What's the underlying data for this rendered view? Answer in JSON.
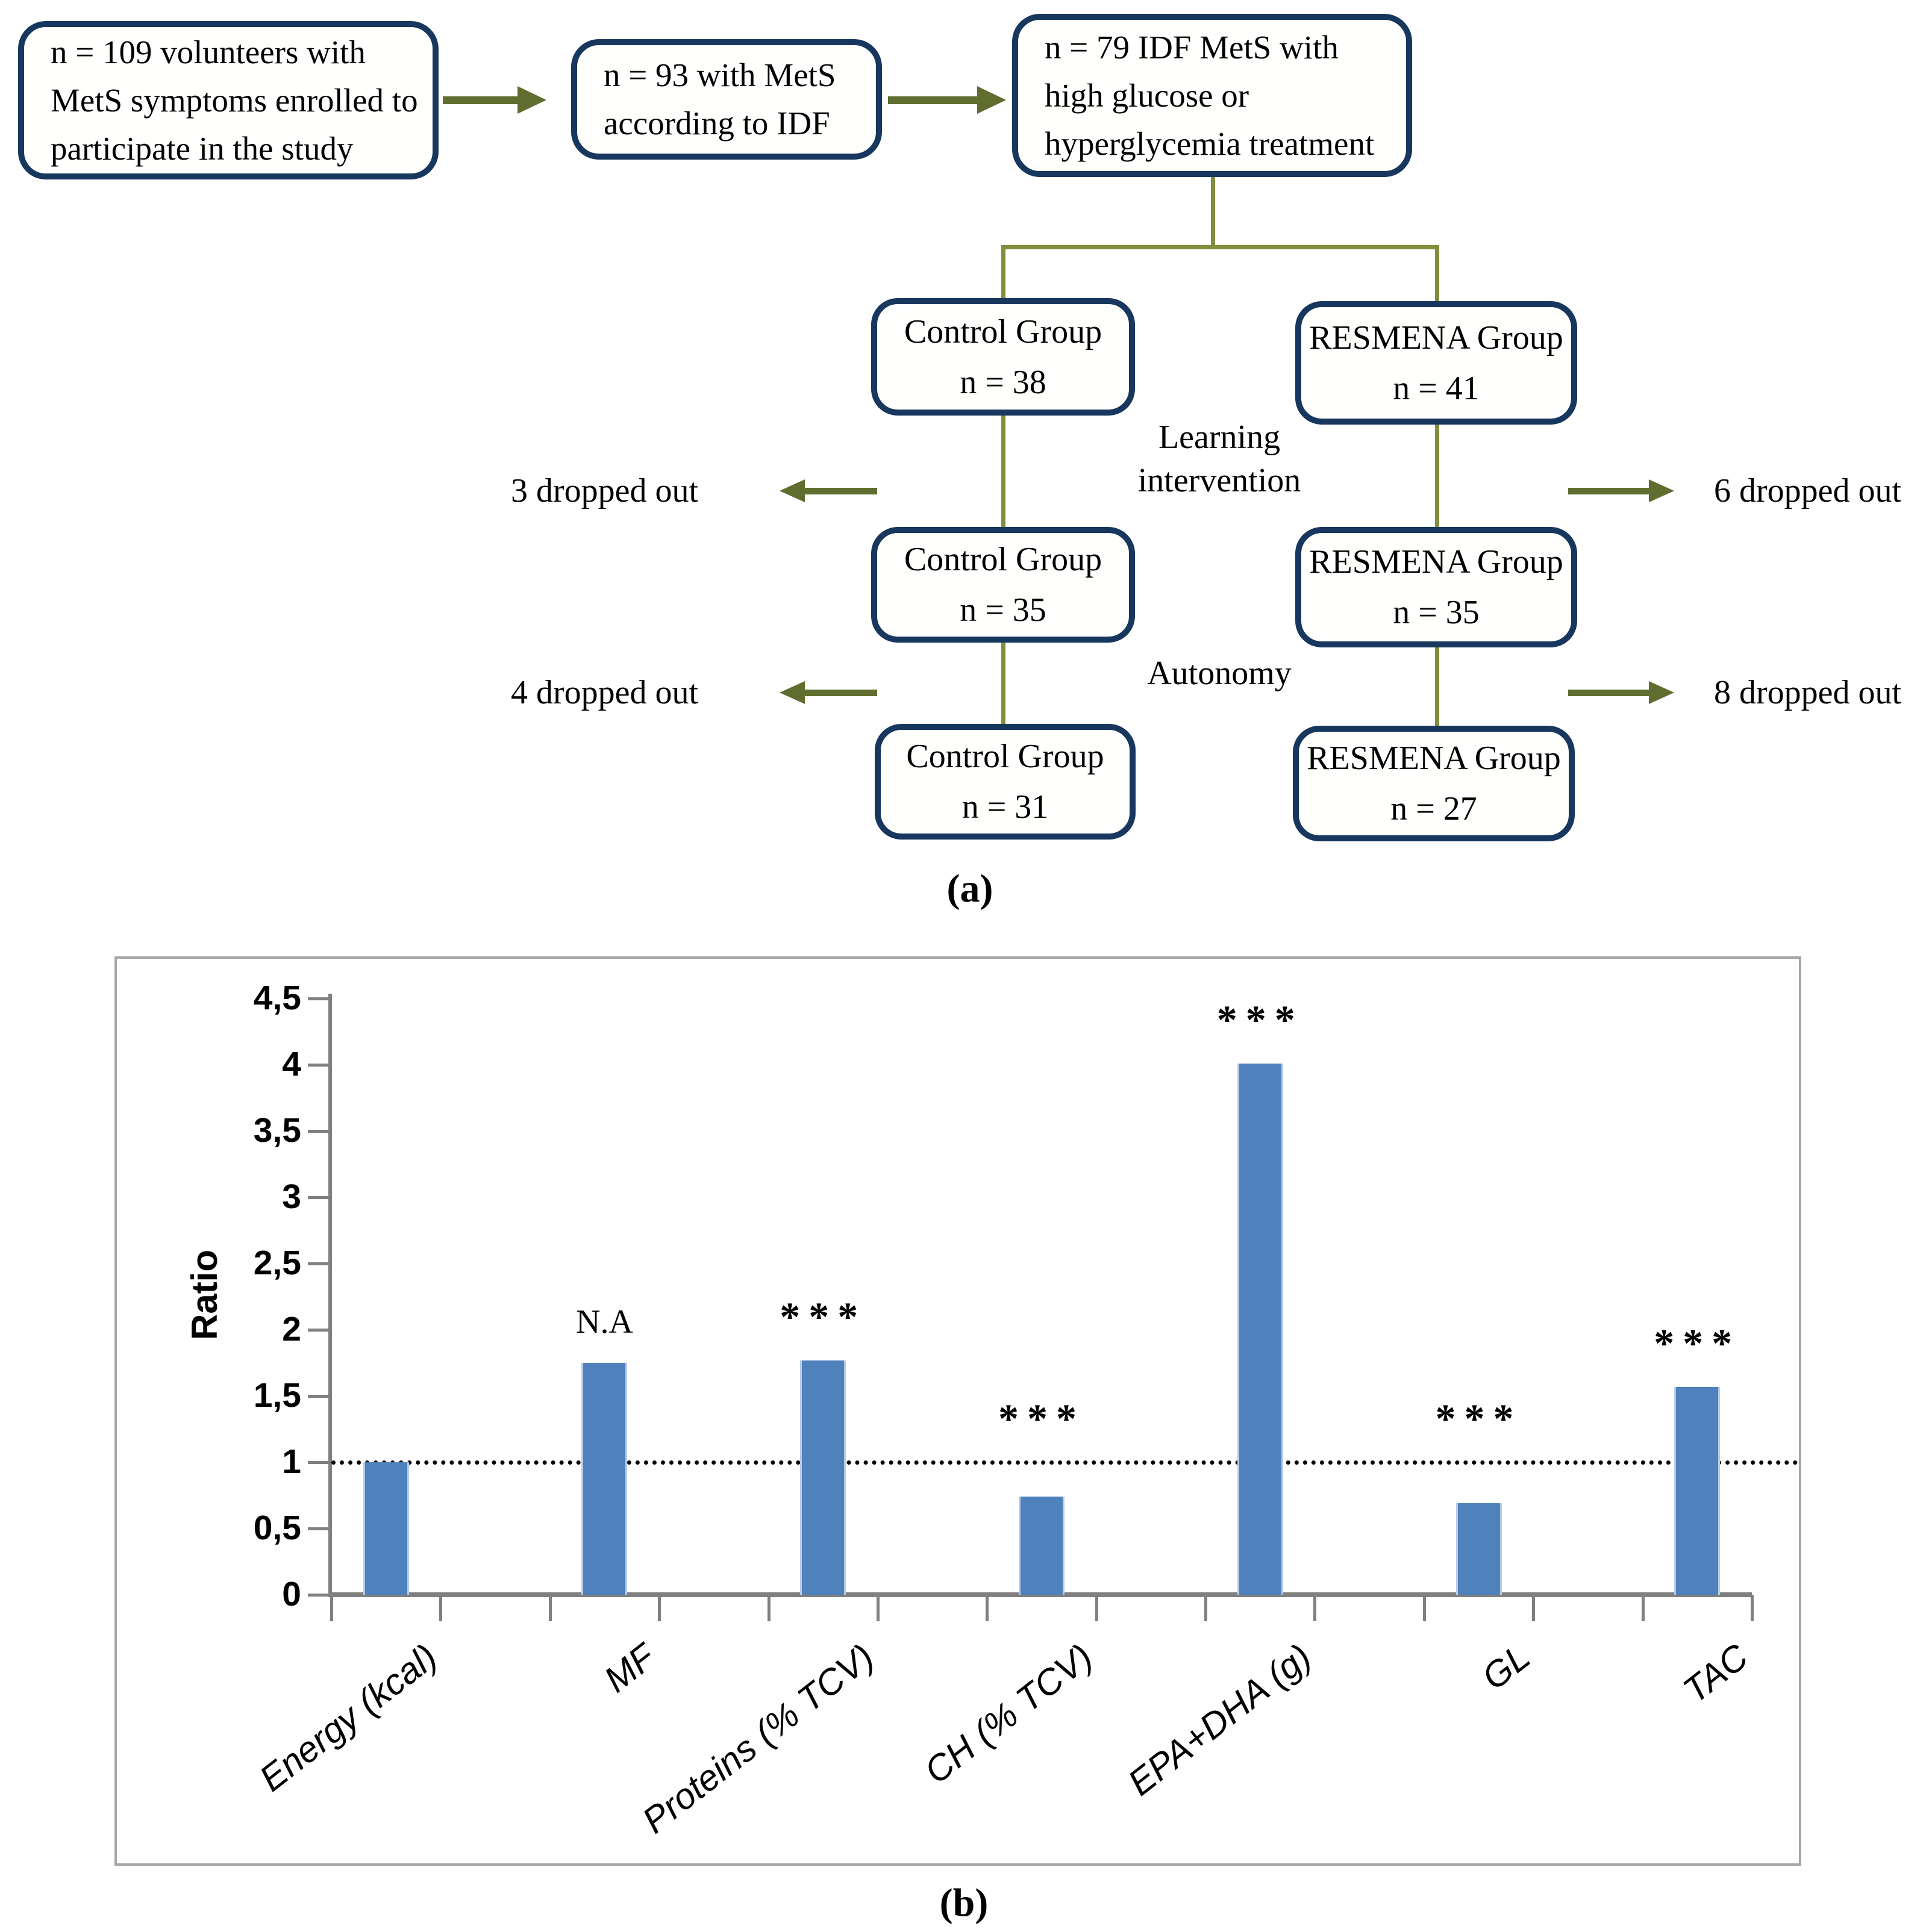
{
  "figure": {
    "caption_a": "(a)",
    "caption_b": "(b)"
  },
  "flowchart": {
    "box_enrolled_lines": [
      "n = 109 volunteers with",
      "MetS symptoms enrolled to",
      "participate in the study"
    ],
    "box_idf_lines": [
      "n = 93 with MetS",
      "according to IDF"
    ],
    "box_glucose_lines": [
      "n = 79 IDF MetS with",
      "high glucose or",
      "hyperglycemia  treatment"
    ],
    "control_rows": [
      {
        "title": "Control Group",
        "n": "n = 38"
      },
      {
        "title": "Control Group",
        "n": "n = 35"
      },
      {
        "title": "Control Group",
        "n": "n = 31"
      }
    ],
    "resmena_rows": [
      {
        "title": "RESMENA Group",
        "n": "n = 41"
      },
      {
        "title": "RESMENA Group",
        "n": "n = 35"
      },
      {
        "title": "RESMENA Group",
        "n": "n = 27"
      }
    ],
    "stage_label_1_line1": "Learning",
    "stage_label_1_line2": "intervention",
    "stage_label_2": "Autonomy",
    "dropouts": {
      "row1_left": "3 dropped out",
      "row1_right": "6 dropped out",
      "row2_left": "4 dropped out",
      "row2_right": "8 dropped out"
    },
    "colors": {
      "box_border": "#17375e",
      "connector_line": "#7f8f3b",
      "arrow": "#606d2f"
    }
  },
  "chart_data": {
    "type": "bar",
    "title": "",
    "xlabel": "",
    "ylabel": "Ratio",
    "categories": [
      "Energy (kcal)",
      "MF",
      "Proteins (% TCV)",
      "CH (% TCV)",
      "EPA+DHA (g)",
      "GL",
      "TAC"
    ],
    "values": [
      1.0,
      1.75,
      1.77,
      0.74,
      4.01,
      0.69,
      1.57
    ],
    "annotations": [
      "",
      "N.A",
      "***",
      "***",
      "***",
      "***",
      "***"
    ],
    "ylim": [
      0,
      4.5
    ],
    "ytick_step": 0.5,
    "ytick_labels": [
      "0",
      "0,5",
      "1",
      "1,5",
      "2",
      "2,5",
      "3",
      "3,5",
      "4",
      "4,5"
    ],
    "reference_line": 1.0,
    "decimal_separator": ",",
    "grid": false,
    "legend_position": "none",
    "bar_color": "#4f81bd",
    "axis_color": "#808080"
  }
}
